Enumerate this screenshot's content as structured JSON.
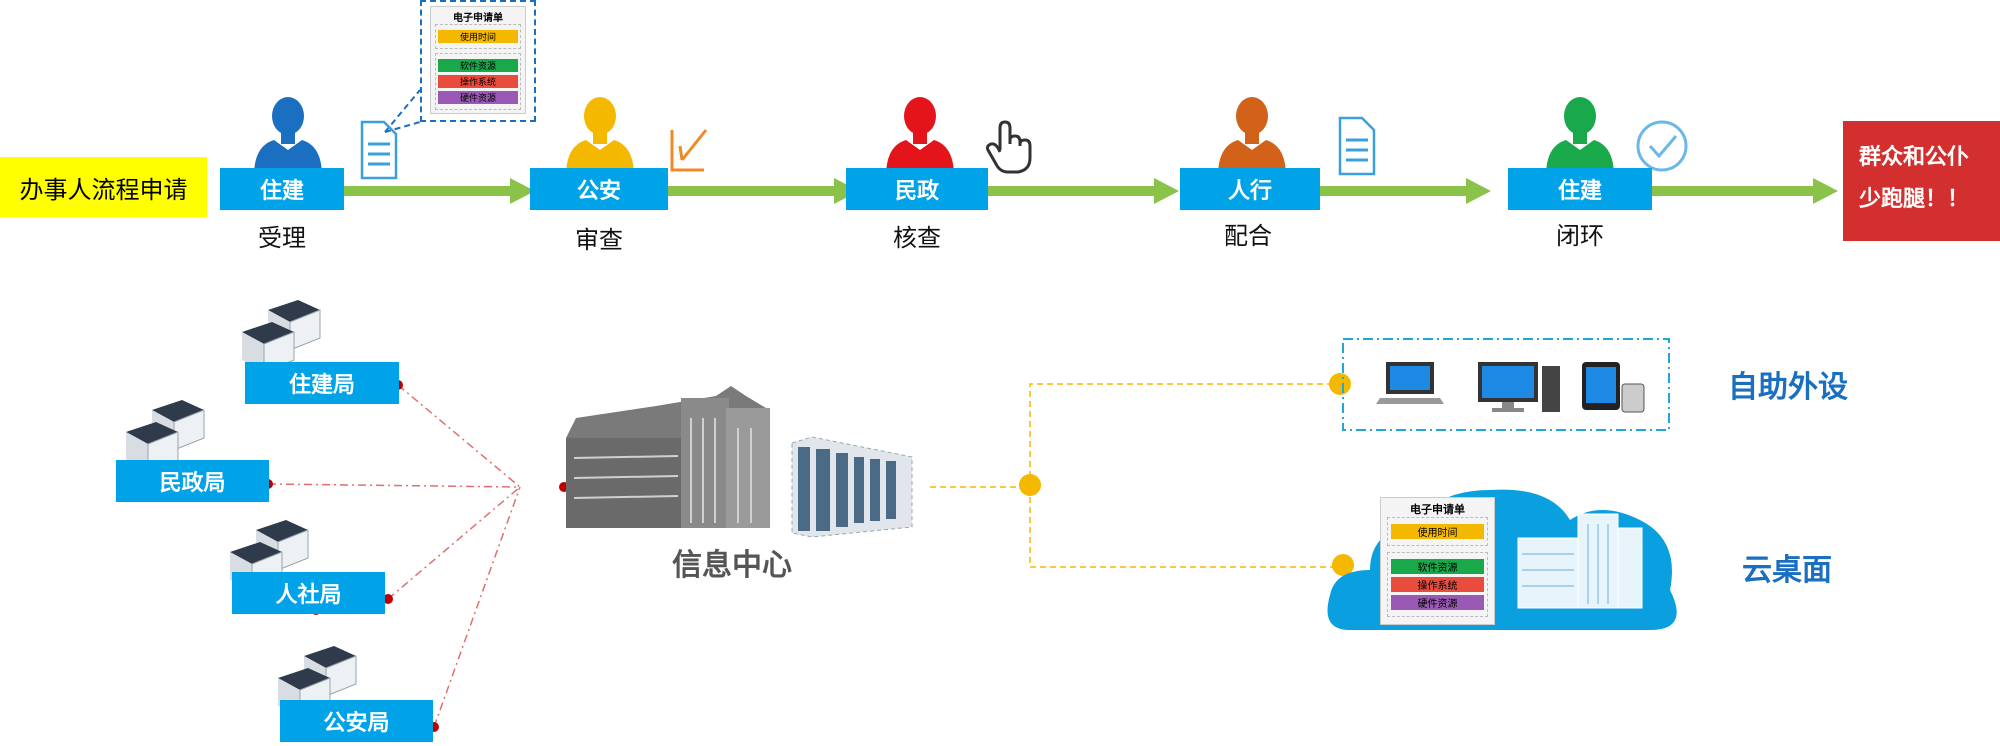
{
  "flow": {
    "start": "办事人流程申请",
    "end_line1": "群众和公仆",
    "end_line2": "少跑腿！！",
    "steps": [
      {
        "dept": "住建",
        "action": "受理",
        "color": "#1a6fc0"
      },
      {
        "dept": "公安",
        "action": "审查",
        "color": "#f5b800"
      },
      {
        "dept": "民政",
        "action": "核查",
        "color": "#e3151a"
      },
      {
        "dept": "人行",
        "action": "配合",
        "color": "#d2621a"
      },
      {
        "dept": "住建",
        "action": "闭环",
        "color": "#19a84a"
      }
    ]
  },
  "form": {
    "title": "电子申请单",
    "usage_time": "使用时间",
    "software": "软件资源",
    "os": "操作系统",
    "hardware": "硬件资源"
  },
  "bureaus": [
    "住建局",
    "民政局",
    "人社局",
    "公安局"
  ],
  "center": "信息中心",
  "targets": {
    "self_service": "自助外设",
    "cloud_desktop": "云桌面"
  },
  "colors": {
    "accent_blue": "#00a2e8",
    "arrow_green": "#8bc34a",
    "end_red": "#d32f2f",
    "start_yellow": "#ffff00",
    "form_yellow": "#f5b800",
    "form_green": "#19a84a",
    "form_red": "#e84c3d",
    "form_purple": "#9b59b6",
    "dot_red": "#c00000",
    "dot_orange": "#f5b800"
  }
}
